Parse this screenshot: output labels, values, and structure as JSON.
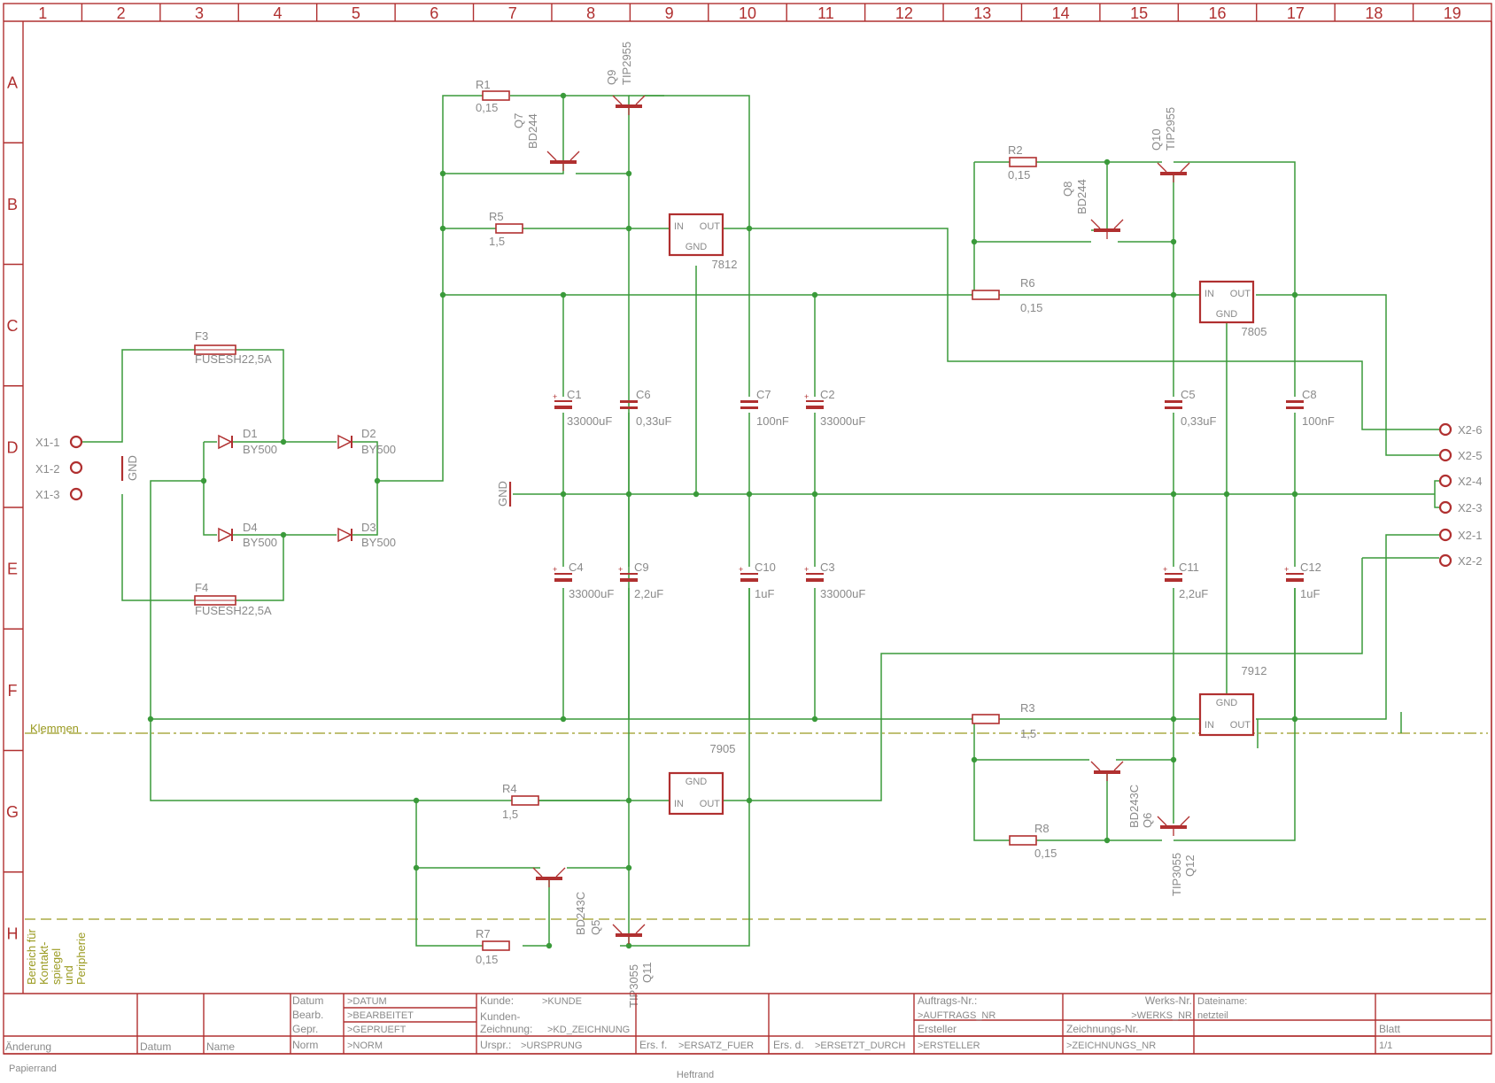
{
  "grid": {
    "columns": [
      "1",
      "2",
      "3",
      "4",
      "5",
      "6",
      "7",
      "8",
      "9",
      "10",
      "11",
      "12",
      "13",
      "14",
      "15",
      "16",
      "17",
      "18",
      "19"
    ],
    "rows": [
      "A",
      "B",
      "C",
      "D",
      "E",
      "F",
      "G",
      "H"
    ]
  },
  "colors": {
    "frame": "#b03030",
    "wire": "#3a9a3a",
    "part": "#b03030",
    "label": "#8a8a8a",
    "layer_line": "#9a9a20"
  },
  "parts": {
    "R1": {
      "name": "R1",
      "value": "0,15"
    },
    "R2": {
      "name": "R2",
      "value": "0,15"
    },
    "R3": {
      "name": "R3",
      "value": "1,5"
    },
    "R4": {
      "name": "R4",
      "value": "1,5"
    },
    "R5": {
      "name": "R5",
      "value": "1,5"
    },
    "R6": {
      "name": "R6",
      "value": "0,15"
    },
    "R7": {
      "name": "R7",
      "value": "0,15"
    },
    "R8": {
      "name": "R8",
      "value": "0,15"
    },
    "C1": {
      "name": "C1",
      "value": "33000uF"
    },
    "C2": {
      "name": "C2",
      "value": "33000uF"
    },
    "C3": {
      "name": "C3",
      "value": "33000uF"
    },
    "C4": {
      "name": "C4",
      "value": "33000uF"
    },
    "C5": {
      "name": "C5",
      "value": "0,33uF"
    },
    "C6": {
      "name": "C6",
      "value": "0,33uF"
    },
    "C7": {
      "name": "C7",
      "value": "100nF"
    },
    "C8": {
      "name": "C8",
      "value": "100nF"
    },
    "C9": {
      "name": "C9",
      "value": "2,2uF"
    },
    "C10": {
      "name": "C10",
      "value": "1uF"
    },
    "C11": {
      "name": "C11",
      "value": "2,2uF"
    },
    "C12": {
      "name": "C12",
      "value": "1uF"
    },
    "D1": {
      "name": "D1",
      "value": "BY500"
    },
    "D2": {
      "name": "D2",
      "value": "BY500"
    },
    "D3": {
      "name": "D3",
      "value": "BY500"
    },
    "D4": {
      "name": "D4",
      "value": "BY500"
    },
    "F3": {
      "name": "F3",
      "value": "FUSESH22,5A"
    },
    "F4": {
      "name": "F4",
      "value": "FUSESH22,5A"
    },
    "Q5": {
      "name": "Q5",
      "value": "BD243C"
    },
    "Q6": {
      "name": "Q6",
      "value": "BD243C"
    },
    "Q7": {
      "name": "Q7",
      "value": "BD244"
    },
    "Q8": {
      "name": "Q8",
      "value": "BD244"
    },
    "Q9": {
      "name": "Q9",
      "value": "TIP2955"
    },
    "Q10": {
      "name": "Q10",
      "value": "TIP2955"
    },
    "Q11": {
      "name": "Q11",
      "value": "TIP3055"
    },
    "Q12": {
      "name": "Q12",
      "value": "TIP3055"
    }
  },
  "regulators": {
    "u7812": {
      "value": "7812",
      "in": "IN",
      "out": "OUT",
      "gnd": "GND"
    },
    "u7805": {
      "value": "7805",
      "in": "IN",
      "out": "OUT",
      "gnd": "GND"
    },
    "u7905": {
      "value": "7905",
      "in": "IN",
      "out": "OUT",
      "gnd": "GND"
    },
    "u7912": {
      "value": "7912",
      "in": "IN",
      "out": "OUT",
      "gnd": "GND"
    }
  },
  "connectors": {
    "x1_1": "X1-1",
    "x1_2": "X1-2",
    "x1_3": "X1-3",
    "x2_1": "X2-1",
    "x2_2": "X2-2",
    "x2_3": "X2-3",
    "x2_4": "X2-4",
    "x2_5": "X2-5",
    "x2_6": "X2-6"
  },
  "gnd_labels": {
    "left": "GND",
    "middle": "GND"
  },
  "layers": {
    "klemmen": "Klemmen",
    "bereich_lines": [
      "Bereich für",
      "Kontakt-",
      "spiegel",
      "und",
      "Peripherie"
    ]
  },
  "title_block": {
    "aenderung": "Änderung",
    "datum": "Datum",
    "name": "Name",
    "row_labels": [
      "Datum",
      "Bearb.",
      "Gepr.",
      "Norm"
    ],
    "row_values": [
      ">DATUM",
      ">BEARBEITET",
      ">GEPRUEFT",
      ">NORM"
    ],
    "kunde_label": "Kunde:",
    "kunde_value": ">KUNDE",
    "kunden_label": "Kunden-",
    "zeichnung_label": "Zeichnung:",
    "zeichnung_value": ">KD_ZEICHNUNG",
    "urspr_label": "Urspr.:",
    "urspr_value": ">URSPRUNG",
    "ersf_label": "Ers. f.",
    "ersf_value": ">ERSATZ_FUER",
    "ersd_label": "Ers. d.",
    "ersd_value": ">ERSETZT_DURCH",
    "auftrags_label": "Auftrags-Nr.:",
    "auftrags_value": ">AUFTRAGS_NR",
    "werks_label": "Werks-Nr.",
    "werks_value": ">WERKS_NR",
    "dateiname_label": "Dateiname:",
    "dateiname_value": "netzteil",
    "ersteller_label": "Ersteller",
    "ersteller_value": ">ERSTELLER",
    "zeichnungs_label": "Zeichnungs-Nr.",
    "zeichnungs_value": ">ZEICHNUNGS_NR",
    "blatt_label": "Blatt",
    "blatt_value": "1/1"
  },
  "footer": {
    "papierrand": "Papierrand",
    "heftrand": "Heftrand"
  }
}
